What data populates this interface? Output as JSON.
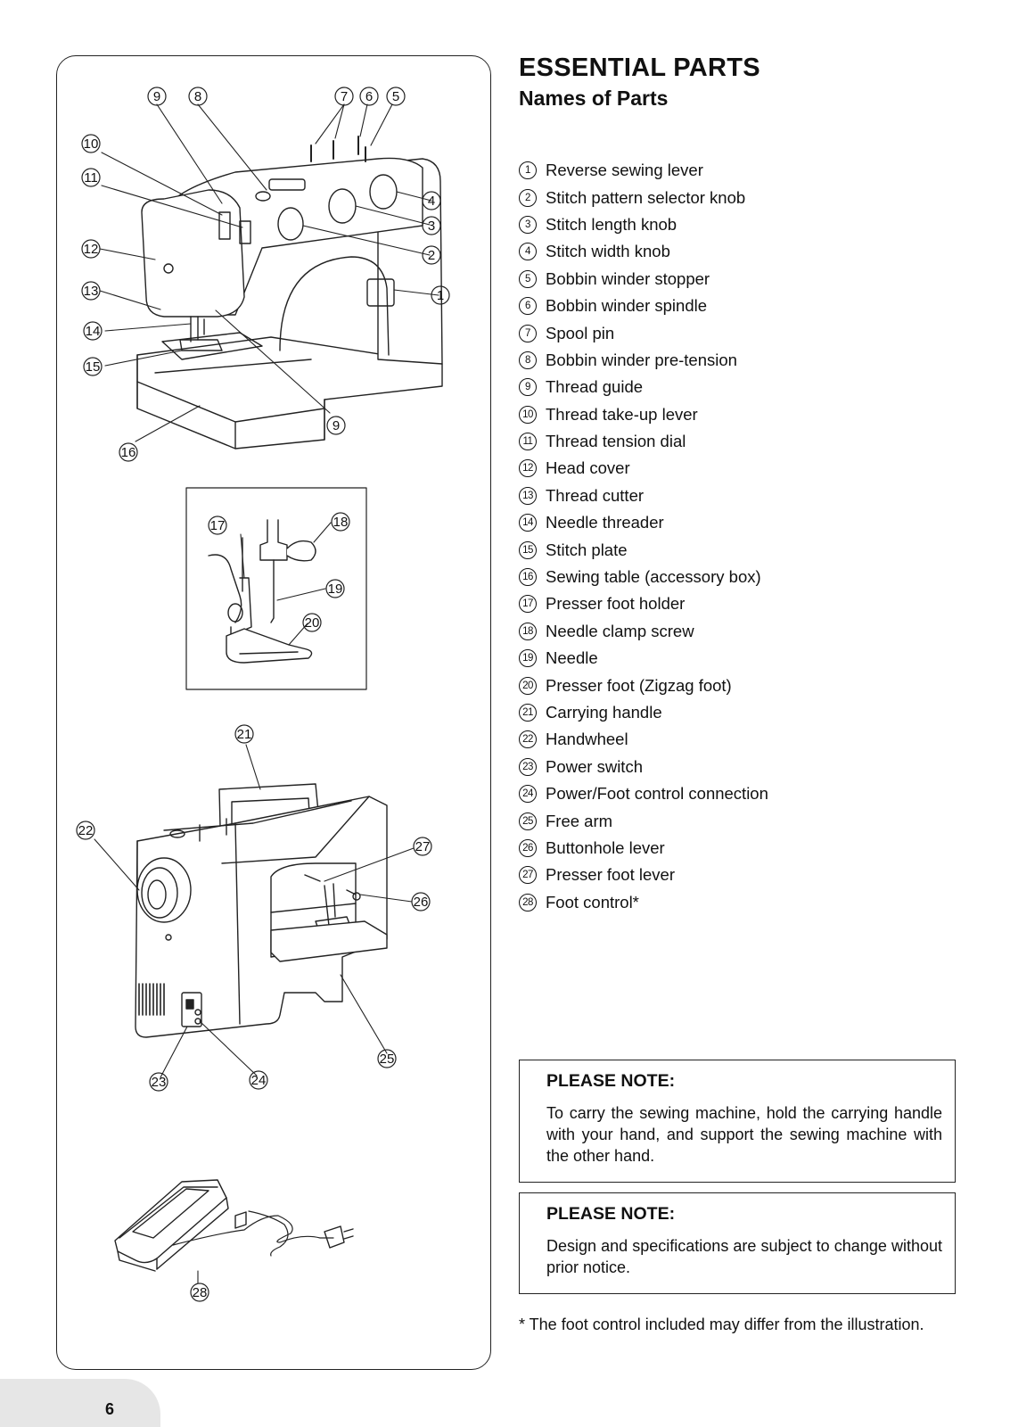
{
  "header": {
    "title": "ESSENTIAL PARTS",
    "subtitle": "Names of Parts"
  },
  "parts": [
    {
      "num": "1",
      "label": "Reverse sewing lever"
    },
    {
      "num": "2",
      "label": "Stitch pattern selector knob"
    },
    {
      "num": "3",
      "label": "Stitch length knob"
    },
    {
      "num": "4",
      "label": "Stitch width knob"
    },
    {
      "num": "5",
      "label": "Bobbin winder stopper"
    },
    {
      "num": "6",
      "label": "Bobbin winder spindle"
    },
    {
      "num": "7",
      "label": "Spool pin"
    },
    {
      "num": "8",
      "label": "Bobbin winder pre-tension"
    },
    {
      "num": "9",
      "label": "Thread guide"
    },
    {
      "num": "10",
      "label": "Thread take-up lever"
    },
    {
      "num": "11",
      "label": "Thread tension dial"
    },
    {
      "num": "12",
      "label": "Head cover"
    },
    {
      "num": "13",
      "label": "Thread cutter"
    },
    {
      "num": "14",
      "label": "Needle threader"
    },
    {
      "num": "15",
      "label": "Stitch plate"
    },
    {
      "num": "16",
      "label": "Sewing table (accessory box)"
    },
    {
      "num": "17",
      "label": "Presser foot holder"
    },
    {
      "num": "18",
      "label": "Needle clamp screw"
    },
    {
      "num": "19",
      "label": "Needle"
    },
    {
      "num": "20",
      "label": "Presser foot (Zigzag foot)"
    },
    {
      "num": "21",
      "label": "Carrying handle"
    },
    {
      "num": "22",
      "label": "Handwheel"
    },
    {
      "num": "23",
      "label": "Power switch"
    },
    {
      "num": "24",
      "label": "Power/Foot control connection"
    },
    {
      "num": "25",
      "label": "Free arm"
    },
    {
      "num": "26",
      "label": "Buttonhole lever"
    },
    {
      "num": "27",
      "label": "Presser foot lever"
    },
    {
      "num": "28",
      "label": "Foot control*"
    }
  ],
  "notes": [
    {
      "title": "PLEASE NOTE:",
      "text": "To carry the sewing machine, hold the carrying handle with your hand, and support the sewing machine with the other hand."
    },
    {
      "title": "PLEASE NOTE:",
      "text": "Design and specifications are subject to change without prior notice."
    }
  ],
  "footnote": "* The foot control included may differ from the illustration.",
  "callouts": {
    "front": [
      "9",
      "8",
      "7",
      "6",
      "5",
      "10",
      "11",
      "4",
      "3",
      "12",
      "2",
      "13",
      "1",
      "14",
      "15",
      "9",
      "16"
    ],
    "detail": [
      "17",
      "18",
      "19",
      "20"
    ],
    "rear": [
      "21",
      "22",
      "27",
      "26",
      "25",
      "23",
      "24"
    ],
    "foot": [
      "28"
    ]
  },
  "page_number": "6"
}
